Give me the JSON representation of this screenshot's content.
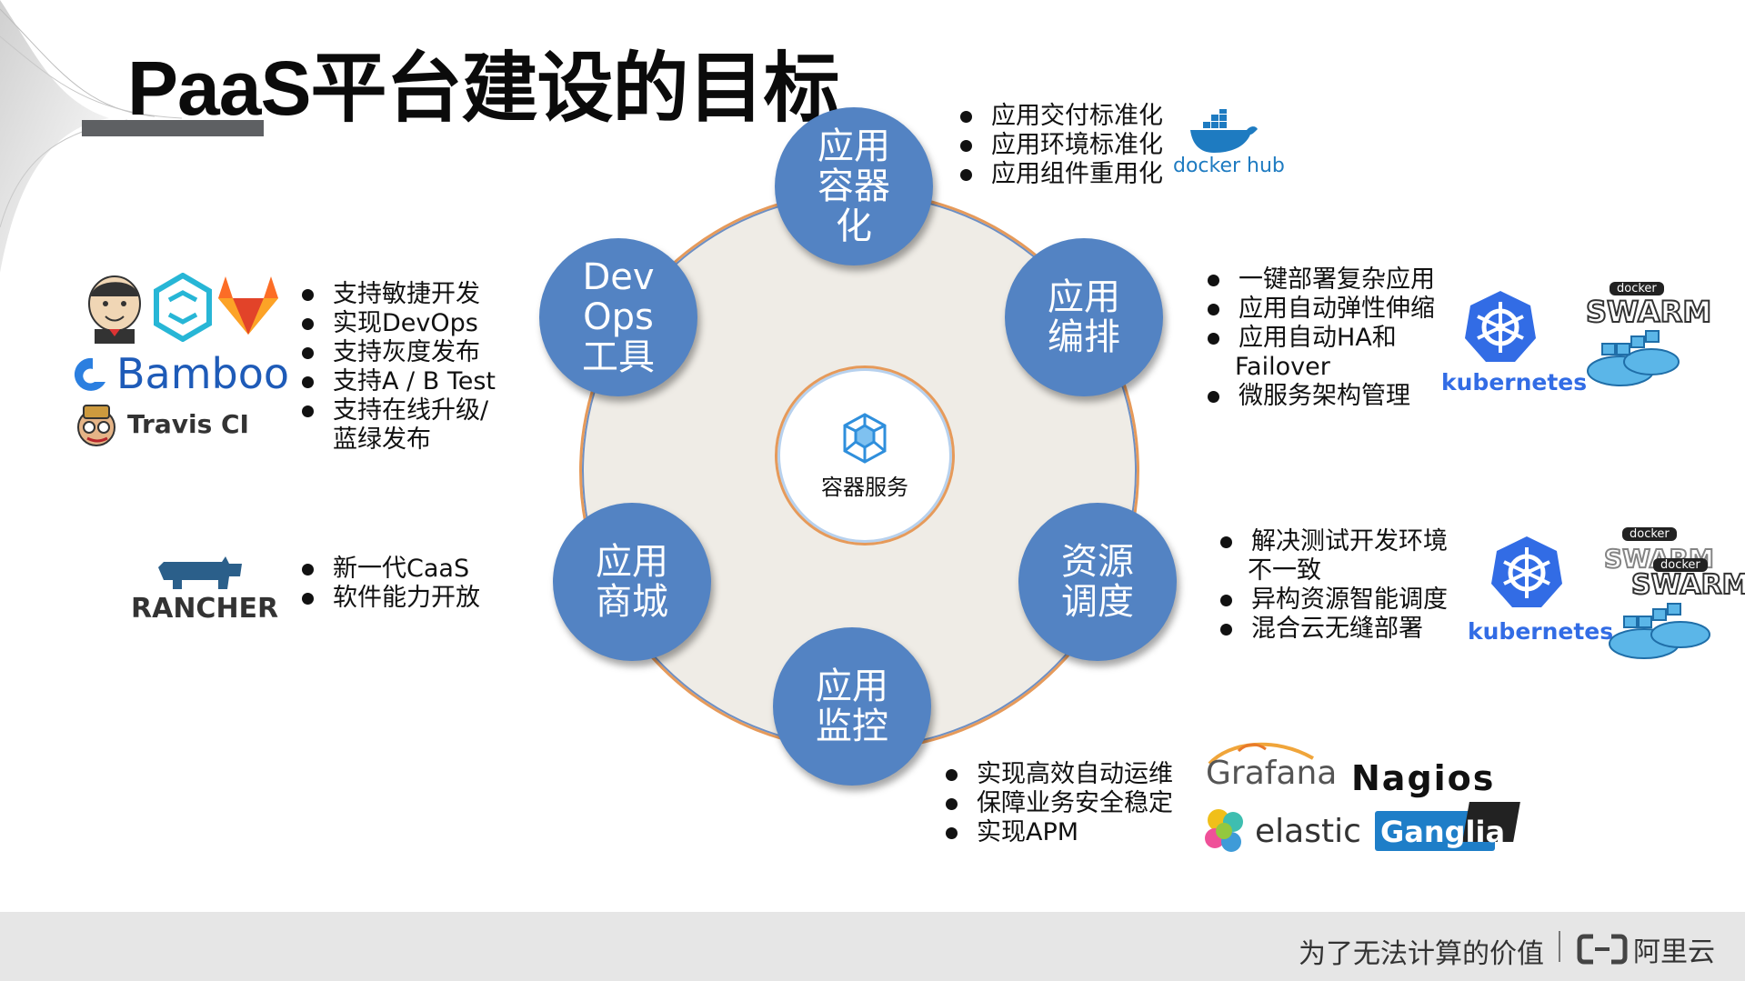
{
  "title": "PaaS平台建设的目标",
  "center": {
    "label": "容器服务"
  },
  "nodes": {
    "container": "应用\n容器\n化",
    "orchestration": "应用\n编排",
    "scheduling": "资源\n调度",
    "monitoring": "应用\n监控",
    "store": "应用\n商城",
    "devops": "Dev\nOps\n工具"
  },
  "lists": {
    "container": [
      "应用交付标准化",
      "应用环境标准化",
      "应用组件重用化"
    ],
    "orchestration": [
      "一键部署复杂应用",
      "应用自动弹性伸缩",
      "应用自动HA和",
      "微服务架构管理"
    ],
    "orchestration_continuation": "Failover",
    "scheduling": [
      "解决测试开发环境",
      "异构资源智能调度",
      "混合云无缝部署"
    ],
    "scheduling_continuation": "不一致",
    "monitoring": [
      "实现高效自动运维",
      "保障业务安全稳定",
      "实现APM"
    ],
    "devops": [
      "支持敏捷开发",
      "实现DevOps",
      "支持灰度发布",
      "支持A / B Test",
      "支持在线升级/"
    ],
    "devops_continuation": "蓝绿发布",
    "store": [
      "新一代CaaS",
      "软件能力开放"
    ]
  },
  "logos": {
    "dockerhub": "docker hub",
    "kubernetes": "kubernetes",
    "docker": "docker",
    "swarm": "SWARM",
    "grafana": "Grafana",
    "nagios": "Nagios",
    "elastic": "elastic",
    "ganglia": "Ganglia",
    "bamboo": "Bamboo",
    "travis": "Travis CI",
    "rancher": "RANCHER"
  },
  "footer": {
    "slogan": "为了无法计算的价值",
    "brand": "阿里云"
  },
  "colors": {
    "node": "#5383c3",
    "ring_fill": "#efece6",
    "ring_stroke": "#e69a5a",
    "footer": "#e6e6e6"
  }
}
